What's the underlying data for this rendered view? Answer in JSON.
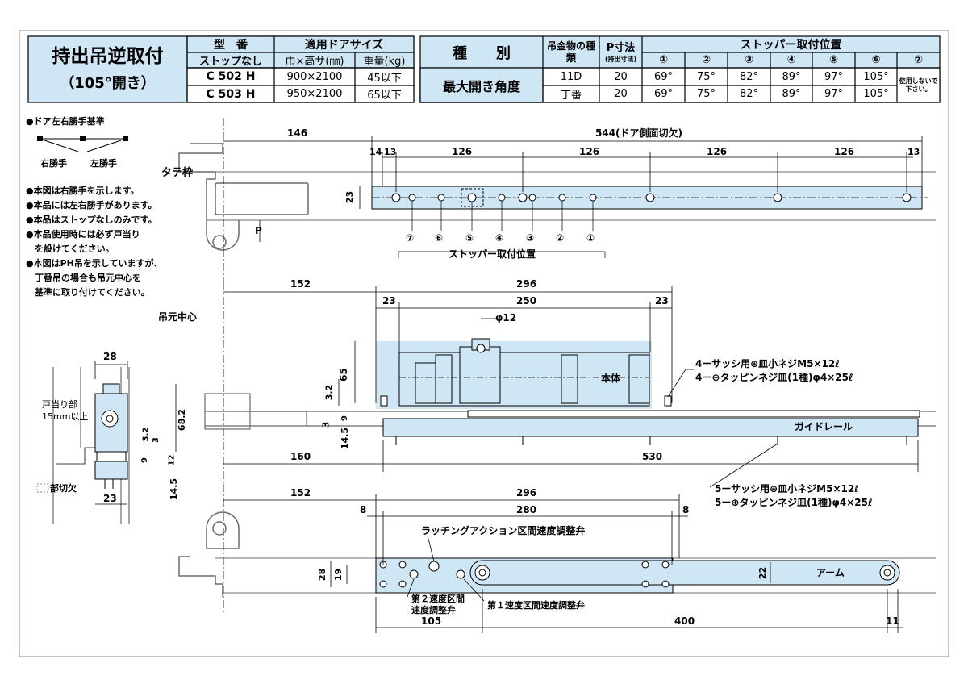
{
  "header": {
    "product_title": "持出吊逆取付",
    "product_subtitle": "（105°開き）",
    "model_table": {
      "col_model": "型　番",
      "col_door_size": "適用ドアサイズ",
      "sub_model": "ストップなし",
      "sub_size": "巾×高サ(㎜)",
      "sub_weight": "重量(kg)",
      "rows": [
        {
          "model": "C 502 H",
          "size": "900×2100",
          "weight": "45以下"
        },
        {
          "model": "C 503 H",
          "size": "950×2100",
          "weight": "65以下"
        }
      ]
    },
    "stopper_table": {
      "col_kind": "種　　別",
      "col_hinge_type": "吊金物の種類",
      "col_p": "P寸法",
      "col_p_sub": "(持出寸法)",
      "col_positions": "ストッパー取付位置",
      "position_labels": [
        "①",
        "②",
        "③",
        "④",
        "⑤",
        "⑥",
        "⑦"
      ],
      "row_label": "最大開き角度",
      "rows": [
        {
          "hinge": "11D",
          "p": "20",
          "angles": [
            "69°",
            "75°",
            "82°",
            "89°",
            "97°",
            "105°"
          ]
        },
        {
          "hinge": "丁番",
          "p": "20",
          "angles": [
            "69°",
            "75°",
            "82°",
            "89°",
            "97°",
            "105°"
          ]
        }
      ],
      "unused_note": "使用しないで下さい。"
    }
  },
  "notes": {
    "hand_title": "●ドア左右勝手基準",
    "right_hand": "右勝手",
    "left_hand": "左勝手",
    "frame_label": "タテ枠",
    "items": [
      "●本図は右勝手を示します。",
      "●本品には左右勝手があります。",
      "●本品はストップなしのみです。",
      "●本品使用時には必ず戸当り",
      "　を設けてください。",
      "●本図はPH吊を示していますが、",
      "　丁番吊の場合も吊元中心を",
      "　基準に取り付けてください。"
    ]
  },
  "view1": {
    "dim_146": "146",
    "dim_544": "544(ドア側面切欠)",
    "dim_14": "14",
    "dim_13a": "13",
    "dim_126": [
      "126",
      "126",
      "126",
      "126"
    ],
    "dim_13b": "13",
    "dim_23": "23",
    "dim_p": "P",
    "stopper_numbers": [
      "⑦",
      "⑥",
      "⑤",
      "④",
      "③",
      "②",
      "①"
    ],
    "stopper_caption": "ストッパー取付位置"
  },
  "view2": {
    "pivot_center": "吊元中心",
    "dim_152": "152",
    "dim_296": "296",
    "dim_23a": "23",
    "dim_250": "250",
    "dim_23b": "23",
    "dim_phi12": "φ12",
    "dim_65": "65",
    "dim_3_2": "3.2",
    "dim_3": "3",
    "dim_9": "9",
    "dim_14_5": "14.5",
    "dim_160": "160",
    "dim_530": "530",
    "body_label": "本体",
    "rail_label": "ガイドレール",
    "screw_note_1": "4ーサッシ用⊕皿小ネジM5×12ℓ",
    "screw_note_2": "4ー⊕タッピンネジ皿(1種)φ4×25ℓ",
    "screw_note_3": "5ーサッシ用⊕皿小ネジM5×12ℓ",
    "screw_note_4": "5ー⊕タッピンネジ皿(1種)φ4×25ℓ"
  },
  "side_view": {
    "dim_28": "28",
    "dim_68_2": "68.2",
    "dim_3_2": "3.2",
    "dim_3": "3",
    "dim_9": "9",
    "dim_12": "12",
    "dim_14_5": "14.5",
    "dim_23": "23",
    "stop_note_1": "戸当り部",
    "stop_note_2": "15mm以上",
    "cutout_label": "部切欠"
  },
  "view3": {
    "dim_152": "152",
    "dim_296": "296",
    "dim_8a": "8",
    "dim_280": "280",
    "dim_8b": "8",
    "dim_28": "28",
    "dim_19": "19",
    "dim_22": "22",
    "dim_105": "105",
    "dim_400": "400",
    "dim_11": "11",
    "latch_valve": "ラッチングアクション区間速度調整弁",
    "arm_label": "アーム",
    "valve2_line1": "第２速度区間",
    "valve2_line2": "速度調整弁",
    "valve1": "第１速度区間速度調整弁"
  },
  "colors": {
    "header_fill": "#cfe6f4",
    "part_fill": "#cfe6f4",
    "ink": "#000000",
    "frame_line": "#6b6b6b"
  }
}
